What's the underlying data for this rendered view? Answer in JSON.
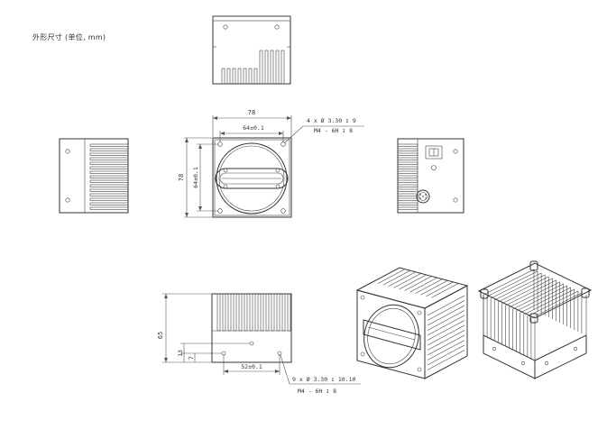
{
  "title": "外形尺寸 (单位, mm)",
  "dimensions": {
    "width_total": "78",
    "hole_pitch_h": "64±0.1",
    "height_total": "78",
    "hole_pitch_v": "64±0.1",
    "depth_total": "65",
    "side_dim_13": "13",
    "side_dim_7": "7",
    "bottom_pitch": "52±0.1"
  },
  "callouts": {
    "front_holes_line1": "4 x Ø 3.30 ↧ 9",
    "front_holes_line2": "M4 - 6H ↧ 8",
    "side_holes_line1": "9 x Ø 3.30 ↧ 10.10",
    "side_holes_line2": "M4 - 6H ↧ 8"
  },
  "views": [
    "top-view",
    "left-view",
    "front-view",
    "right-view",
    "bottom-side-view",
    "iso-front-view",
    "iso-back-view"
  ]
}
